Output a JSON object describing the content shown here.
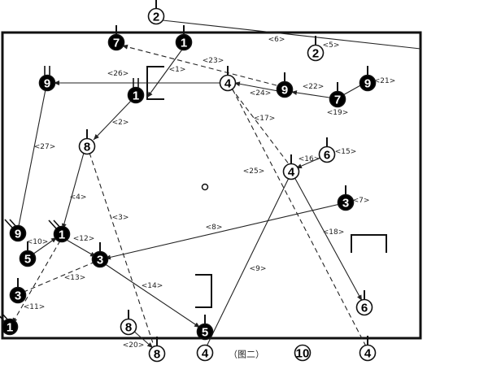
{
  "caption": "（图二）",
  "players": [
    {
      "number": "2",
      "team": "white"
    },
    {
      "number": "7",
      "team": "black"
    },
    {
      "number": "1",
      "team": "black"
    },
    {
      "number": "2",
      "team": "white"
    },
    {
      "number": "9",
      "team": "black"
    },
    {
      "number": "1",
      "team": "black"
    },
    {
      "number": "4",
      "team": "white"
    },
    {
      "number": "9",
      "team": "black"
    },
    {
      "number": "7",
      "team": "black"
    },
    {
      "number": "9",
      "team": "black"
    },
    {
      "number": "8",
      "team": "white"
    },
    {
      "number": "6",
      "team": "white"
    },
    {
      "number": "4",
      "team": "white"
    },
    {
      "number": "3",
      "team": "black"
    },
    {
      "number": "9",
      "team": "black"
    },
    {
      "number": "1",
      "team": "black"
    },
    {
      "number": "5",
      "team": "black"
    },
    {
      "number": "3",
      "team": "black"
    },
    {
      "number": "3",
      "team": "black"
    },
    {
      "number": "1",
      "team": "black"
    },
    {
      "number": "8",
      "team": "white"
    },
    {
      "number": "6",
      "team": "white"
    },
    {
      "number": "5",
      "team": "black"
    },
    {
      "number": "8",
      "team": "white"
    },
    {
      "number": "4",
      "team": "white"
    },
    {
      "number": "10",
      "team": "white"
    },
    {
      "number": "4",
      "team": "white"
    }
  ],
  "steps": [
    "<1>",
    "<2>",
    "<3>",
    "<4>",
    "<5>",
    "<6>",
    "<7>",
    "<8>",
    "<9>",
    "<10>",
    "<11>",
    "<12>",
    "<13>",
    "<14>",
    "<15>",
    "<16>",
    "<17>",
    "<18>",
    "<19>",
    "<20>",
    "<21>",
    "<22>",
    "<23>",
    "<24>",
    "<25>",
    "<26>",
    "<27>"
  ],
  "colors": {
    "black": "#000000",
    "white": "#ffffff",
    "line": "#222222"
  }
}
